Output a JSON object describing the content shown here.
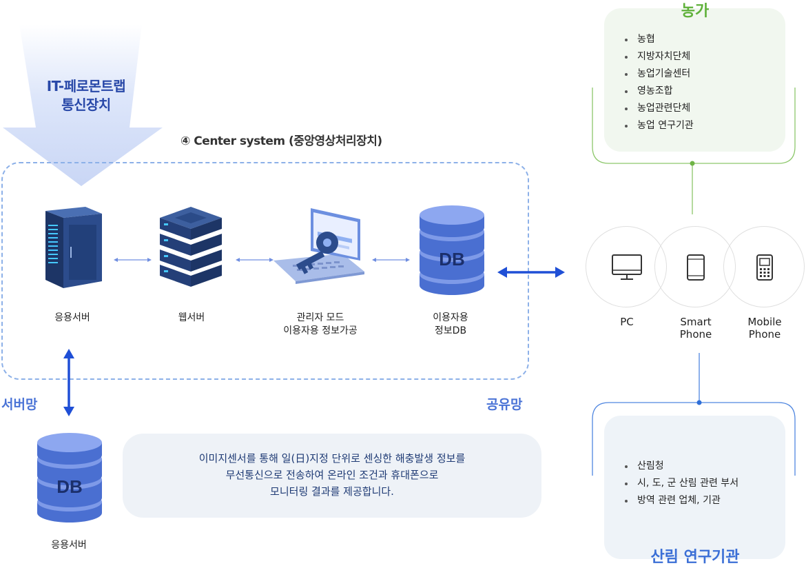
{
  "arrow_label_line1": "IT-페로몬트랩",
  "arrow_label_line2": "통신장치",
  "center_system_title": "④ Center system (중앙영상처리장치)",
  "nodes": {
    "app_server": "응용서버",
    "web_server": "웹서버",
    "admin_line1": "관리자 모드",
    "admin_line2": "이용자용 정보가공",
    "userdb_line1": "이용자용",
    "userdb_line2": "정보DB"
  },
  "db_text": "DB",
  "network": {
    "server_net": "서버망",
    "shared_net": "공유망"
  },
  "bottom_db_label": "응용서버",
  "description": {
    "line1": "이미지센서를 통해 일(日)지정 단위로 센싱한 해충발생 정보를",
    "line2": "무선통신으로 전송하여 온라인 조건과 휴대폰으로",
    "line3": "모니터링 결과를 제공합니다."
  },
  "farm": {
    "title": "농가",
    "items": [
      "농협",
      "지방자치단체",
      "농업기술센터",
      "영농조합",
      "농업관련단체",
      "농업 연구기관"
    ]
  },
  "devices": {
    "pc": "PC",
    "smart_line1": "Smart",
    "smart_line2": "Phone",
    "mobile_line1": "Mobile",
    "mobile_line2": "Phone"
  },
  "forest": {
    "title": "산림 연구기관",
    "items": [
      "산림청",
      "시, 도, 군 산림 관련 부서",
      "방역 관련 업체, 기관"
    ]
  }
}
